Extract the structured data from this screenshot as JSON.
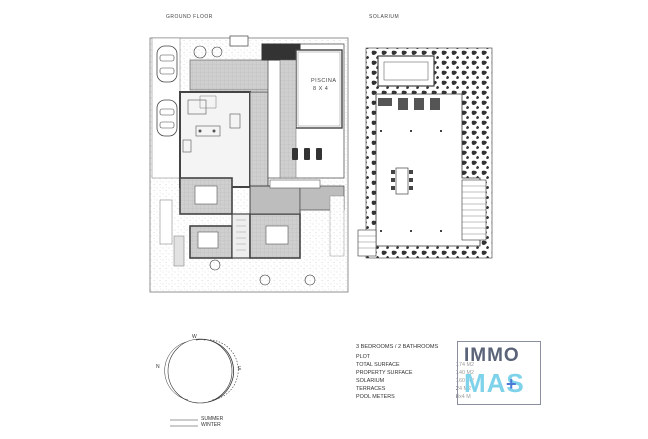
{
  "plans": {
    "ground_floor_title": "GROUND FLOOR",
    "solarium_title": "SOLARIUM",
    "pool_label_1": "PISCINA",
    "pool_label_2": "8 X 4"
  },
  "specs": {
    "title": "3 BEDROOMS / 2 BATHROOMS",
    "rows": [
      {
        "label": "PLOT",
        "value": ""
      },
      {
        "label": "TOTAL SURFACE",
        "value": "174 M2"
      },
      {
        "label": "PROPERTY SURFACE",
        "value": "140 M2"
      },
      {
        "label": "SOLARIUM",
        "value": "160 M2"
      },
      {
        "label": "TERRACES",
        "value": "24 M2"
      },
      {
        "label": "POOL METERS",
        "value": "8x4 M"
      }
    ]
  },
  "logo": {
    "line1": "IMMO",
    "line2": "MAS",
    "plus": "+"
  },
  "sun_diagram": {
    "north": "N",
    "west": "W",
    "east": "E",
    "summer": "SUMMER",
    "winter": "WINTER"
  },
  "colors": {
    "wall": "#555555",
    "floor_grey": "#d6d6d6",
    "terrace_grey": "#bdbdbd",
    "logo_dark": "#5a6378",
    "logo_light": "#7ed3ea",
    "logo_plus": "#4a79d6"
  }
}
